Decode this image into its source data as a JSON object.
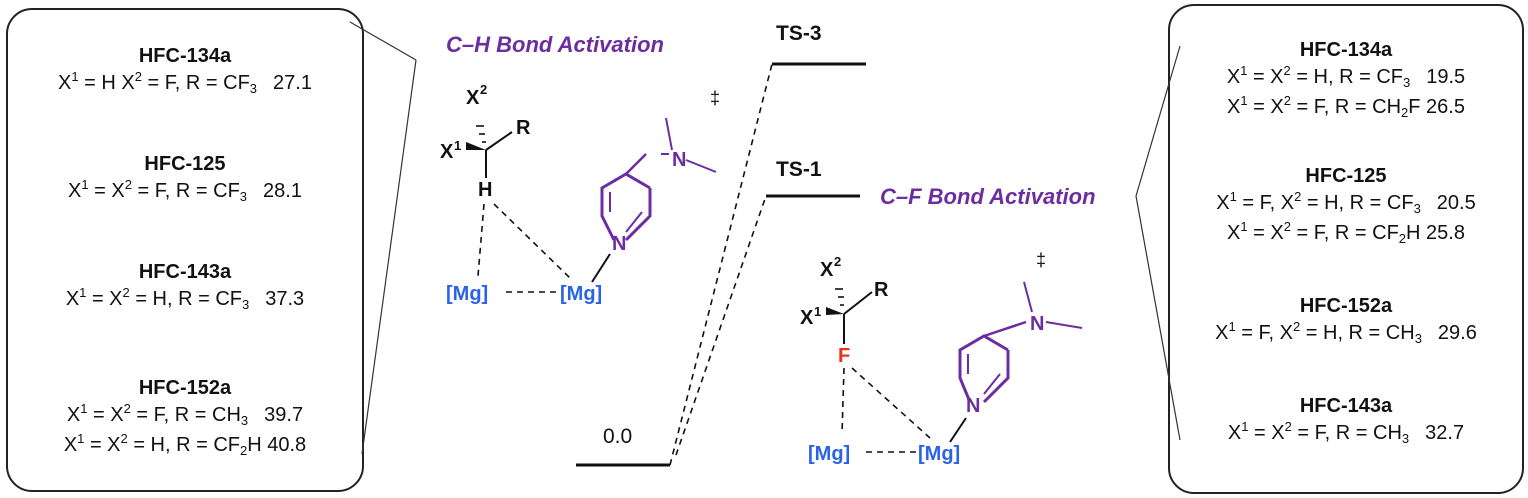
{
  "left_panel": {
    "entries": [
      {
        "name": "HFC-134a",
        "lines": [
          [
            {
              "t": "X"
            },
            {
              "sup": "1"
            },
            {
              "t": " = H X"
            },
            {
              "sup": "2"
            },
            {
              "t": " = F, R = CF"
            },
            {
              "sub": "3"
            },
            {
              "sp": 1
            },
            {
              "t": "27.1"
            }
          ]
        ]
      },
      {
        "name": "HFC-125",
        "lines": [
          [
            {
              "t": "X"
            },
            {
              "sup": "1"
            },
            {
              "t": " = X"
            },
            {
              "sup": "2"
            },
            {
              "t": " = F, R = CF"
            },
            {
              "sub": "3"
            },
            {
              "sp": 1
            },
            {
              "t": "28.1"
            }
          ]
        ]
      },
      {
        "name": "HFC-143a",
        "lines": [
          [
            {
              "t": "X"
            },
            {
              "sup": "1"
            },
            {
              "t": " =  X"
            },
            {
              "sup": "2"
            },
            {
              "t": " = H, R = CF"
            },
            {
              "sub": "3"
            },
            {
              "sp": 1
            },
            {
              "t": "37.3"
            }
          ]
        ]
      },
      {
        "name": "HFC-152a",
        "lines": [
          [
            {
              "t": "X"
            },
            {
              "sup": "1"
            },
            {
              "t": " = X"
            },
            {
              "sup": "2"
            },
            {
              "t": " = F, R = CH"
            },
            {
              "sub": "3"
            },
            {
              "sp": 1
            },
            {
              "t": "39.7"
            }
          ],
          [
            {
              "t": "X"
            },
            {
              "sup": "1"
            },
            {
              "t": " = X"
            },
            {
              "sup": "2"
            },
            {
              "t": " = H, R = CF"
            },
            {
              "sub": "2"
            },
            {
              "t": "H  40.8"
            }
          ]
        ]
      }
    ]
  },
  "right_panel": {
    "entries": [
      {
        "name": "HFC-134a",
        "lines": [
          [
            {
              "t": "X"
            },
            {
              "sup": "1"
            },
            {
              "t": " = X"
            },
            {
              "sup": "2"
            },
            {
              "t": " = H, R = CF"
            },
            {
              "sub": "3"
            },
            {
              "sp": 1
            },
            {
              "t": "19.5"
            }
          ],
          [
            {
              "t": "X"
            },
            {
              "sup": "1"
            },
            {
              "t": " = X"
            },
            {
              "sup": "2"
            },
            {
              "t": " = F, R = CH"
            },
            {
              "sub": "2"
            },
            {
              "t": "F  26.5"
            }
          ]
        ]
      },
      {
        "name": "HFC-125",
        "lines": [
          [
            {
              "t": "X"
            },
            {
              "sup": "1"
            },
            {
              "t": " = F, X"
            },
            {
              "sup": "2"
            },
            {
              "t": " = H, R = CF"
            },
            {
              "sub": "3"
            },
            {
              "sp": 1
            },
            {
              "t": "20.5"
            }
          ],
          [
            {
              "t": "X"
            },
            {
              "sup": "1"
            },
            {
              "t": " = X"
            },
            {
              "sup": "2"
            },
            {
              "t": " = F, R = CF"
            },
            {
              "sub": "2"
            },
            {
              "t": "H  25.8"
            }
          ]
        ]
      },
      {
        "name": "HFC-152a",
        "lines": [
          [
            {
              "t": "X"
            },
            {
              "sup": "1"
            },
            {
              "t": " = F,  X"
            },
            {
              "sup": "2"
            },
            {
              "t": " = H, R = CH"
            },
            {
              "sub": "3"
            },
            {
              "sp": 1
            },
            {
              "t": "29.6"
            }
          ]
        ]
      },
      {
        "name": "HFC-143a",
        "lines": [
          [
            {
              "t": "X"
            },
            {
              "sup": "1"
            },
            {
              "t": " =  X"
            },
            {
              "sup": "2"
            },
            {
              "t": " = F, R = CH"
            },
            {
              "sub": "3"
            },
            {
              "sp": 1
            },
            {
              "t": "32.7"
            }
          ]
        ]
      }
    ]
  },
  "diagram": {
    "title_ch": "C–H Bond Activation",
    "title_cf": "C–F Bond Activation",
    "ts3": "TS-3",
    "ts1": "TS-1",
    "zero": "0.0",
    "atoms": {
      "x2": "X",
      "x2sup": "2",
      "x1": "X",
      "x1sup": "1",
      "r": "R",
      "h": "H",
      "f": "F",
      "n": "N",
      "mg": "[Mg]",
      "dagger": "‡"
    }
  }
}
